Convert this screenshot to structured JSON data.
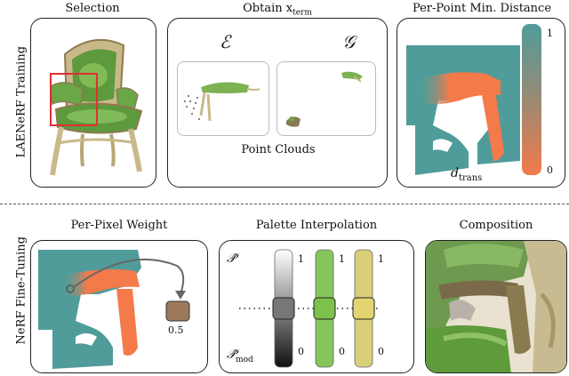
{
  "row_labels": {
    "top": "LAENeRF Training",
    "bottom": "NeRF Fine-Tuning"
  },
  "top_row": {
    "selection": {
      "title": "Selection"
    },
    "obtain": {
      "title": "Obtain x",
      "title_sub": "term",
      "label_e": "ℰ",
      "label_g": "𝒢",
      "caption": "Point Clouds"
    },
    "distance": {
      "title": "Per-Point Min. Distance",
      "colorbar_top": "1",
      "colorbar_bottom": "0",
      "label": "d",
      "label_sub": "trans"
    }
  },
  "bottom_row": {
    "weight": {
      "title": "Per-Pixel Weight",
      "value_label": "0.5"
    },
    "palette": {
      "title": "Palette Interpolation",
      "label_p": "𝒫̂",
      "label_pmod": "𝒫̂",
      "label_pmod_sub": "mod",
      "bar_top": "1",
      "bar_bottom": "0"
    },
    "composition": {
      "title": "Composition"
    }
  },
  "colors": {
    "teal": "#4f9c9a",
    "orange": "#f47a4a",
    "green": "#86c55a",
    "yellow": "#d8cf78",
    "weight_swatch": "#9c7a5a",
    "selection_box": "#e03030"
  }
}
